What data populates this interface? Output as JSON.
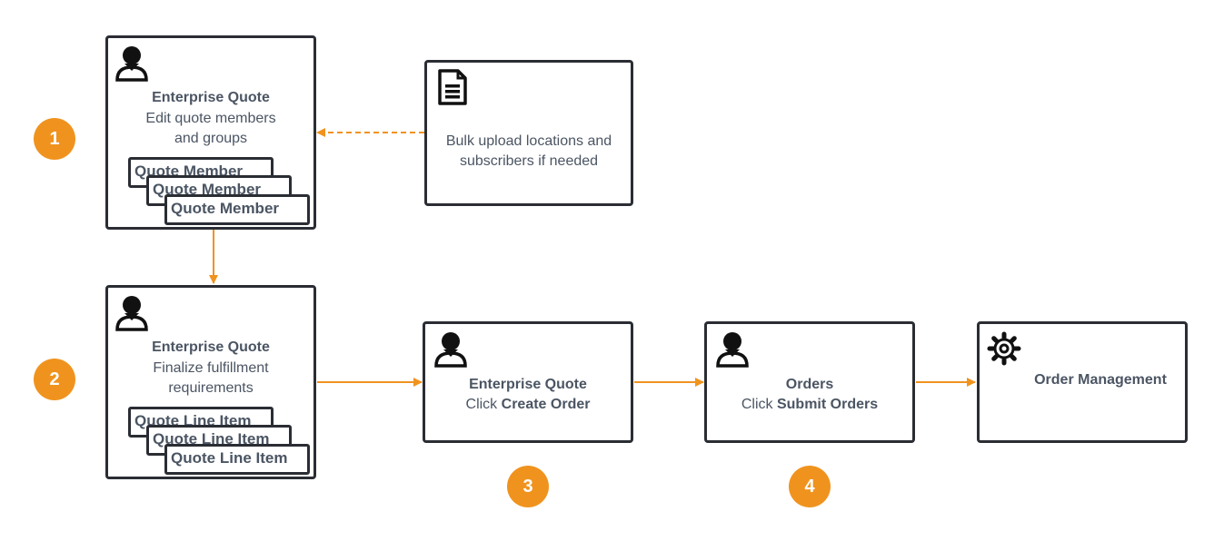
{
  "step1": {
    "badge": "1",
    "title": "Enterprise Quote",
    "line1": "Edit quote members",
    "line2": "and groups",
    "cards": [
      "Quote Member",
      "Quote Member",
      "Quote Member"
    ]
  },
  "upload": {
    "line1": "Bulk upload locations and",
    "line2": "subscribers if needed"
  },
  "step2": {
    "badge": "2",
    "title": "Enterprise Quote",
    "line1": "Finalize fulfillment",
    "line2": "requirements",
    "cards": [
      "Quote Line Item",
      "Quote Line Item",
      "Quote Line Item"
    ]
  },
  "step3": {
    "badge": "3",
    "title": "Enterprise Quote",
    "action_prefix": "Click",
    "action_bold": "Create Order"
  },
  "step4": {
    "badge": "4",
    "title": "Orders",
    "action_prefix": "Click",
    "action_bold": "Submit Orders"
  },
  "order_mgmt": {
    "title": "Order Management"
  },
  "colors": {
    "accent": "#f0931e",
    "border": "#2a2d33",
    "text": "#4b5563"
  },
  "icons": [
    "person-icon",
    "document-icon",
    "gear-icon"
  ]
}
